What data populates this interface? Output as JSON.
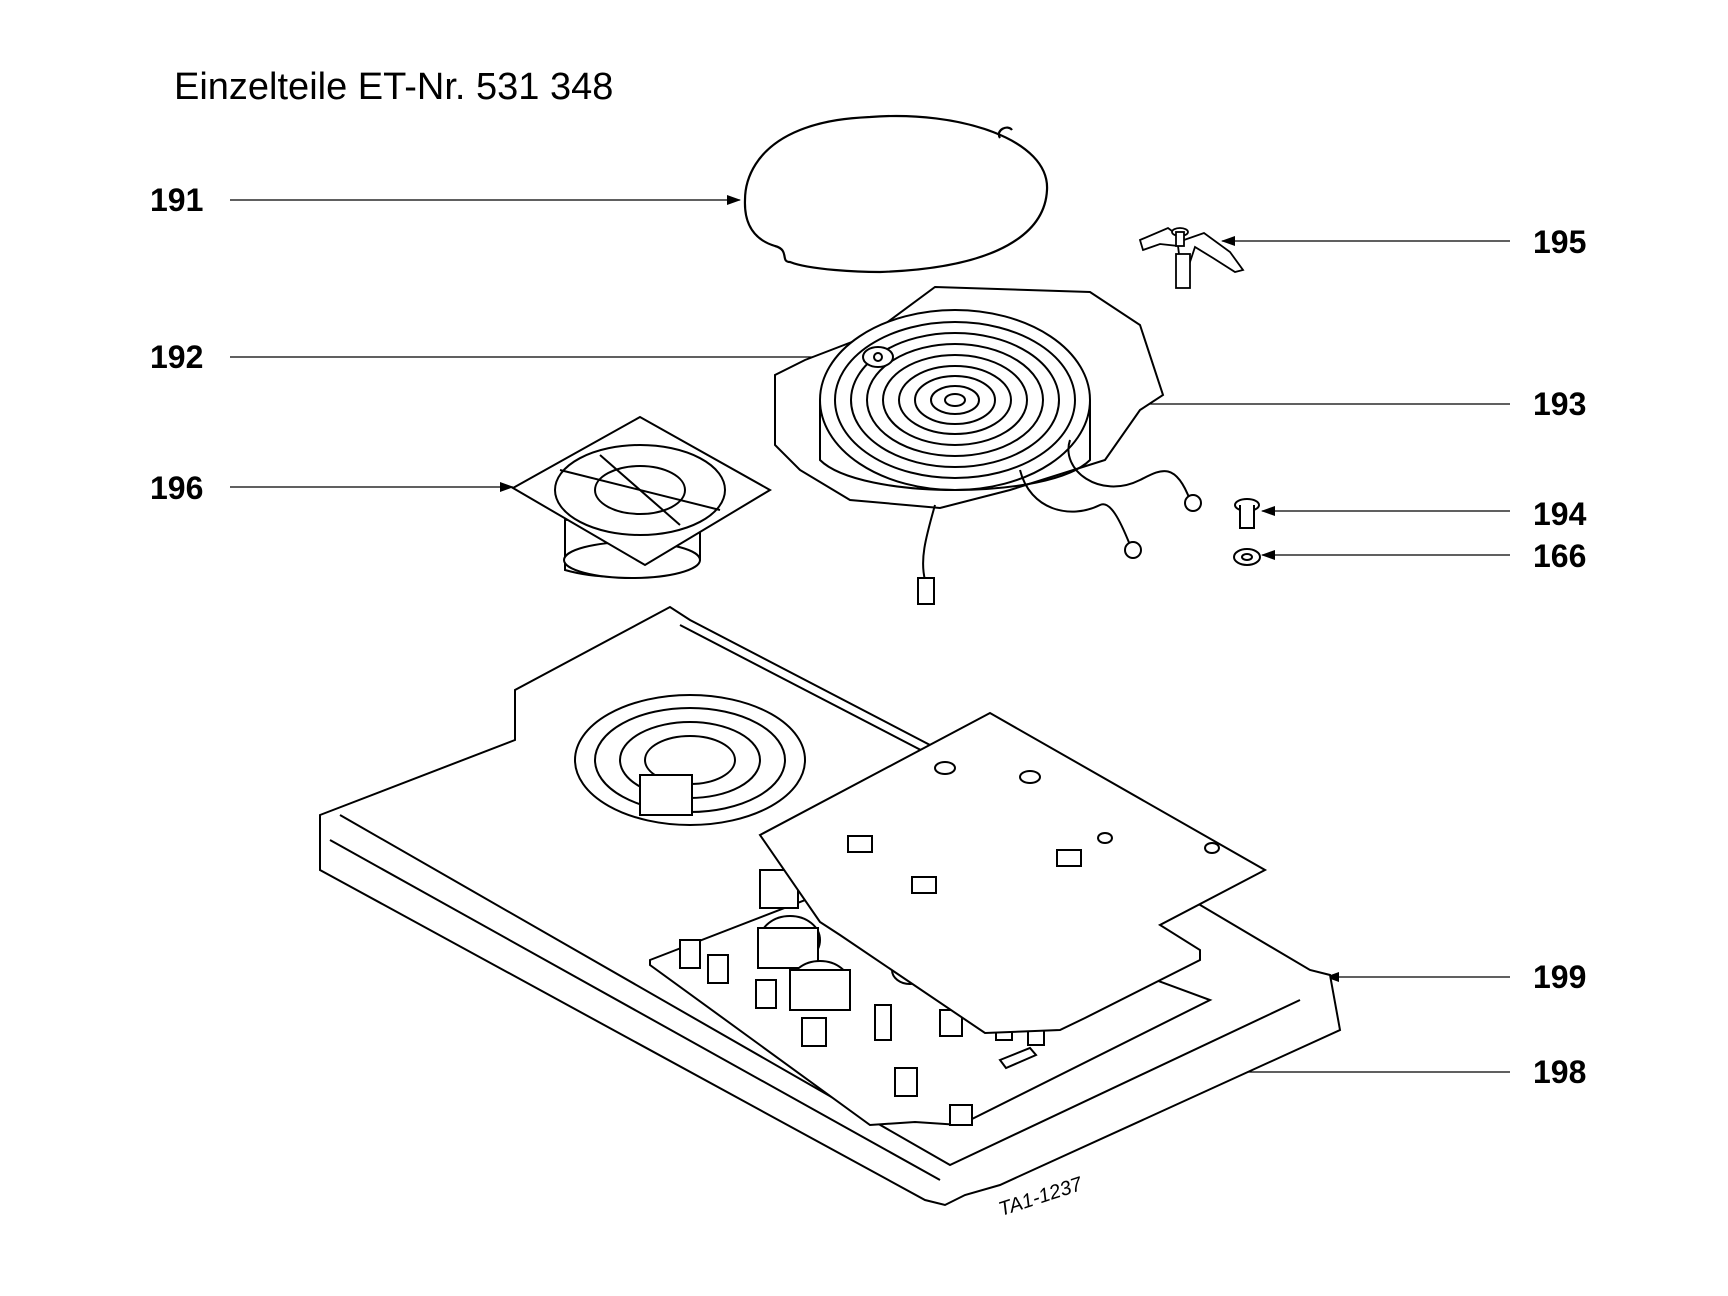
{
  "title": "Einzelteile ET-Nr. 531 348",
  "drawing_code": "TA1-1237",
  "callouts": {
    "c191": "191",
    "c192": "192",
    "c193": "193",
    "c195": "195",
    "c196": "196",
    "c194": "194",
    "c166": "166",
    "c199": "199",
    "c198": "198"
  },
  "parts": [
    "seal-ring",
    "temperature-sensor",
    "induction-coil",
    "mounting-screw",
    "washer",
    "bracket",
    "cooling-fan",
    "base-housing",
    "circuit-board"
  ]
}
